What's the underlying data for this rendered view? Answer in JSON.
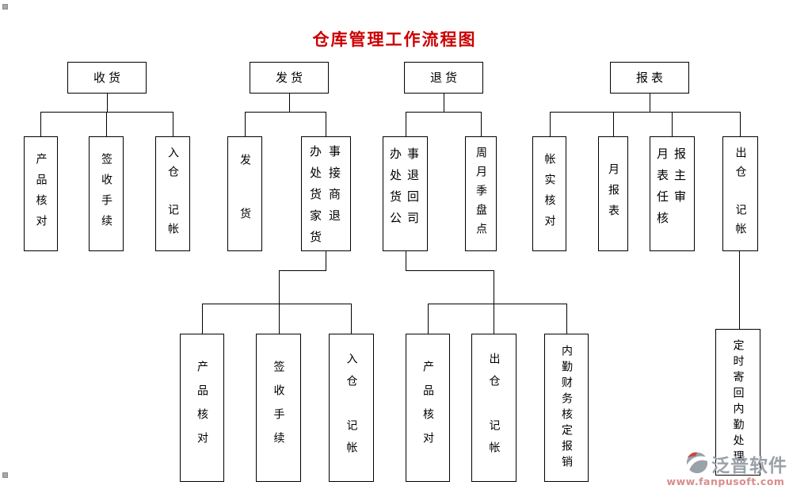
{
  "title": "仓库管理工作流程图",
  "colors": {
    "title": "#cc0000",
    "line": "#000000",
    "box_border": "#000000",
    "watermark_brand": "#9aa1a9",
    "watermark_url": "#d98c8c"
  },
  "tree": {
    "receiving": {
      "label": "收货",
      "children": {
        "product_check": "产品核对",
        "sign_procedure": "签收手续",
        "in_bookkeeping": "入仓　记帐"
      }
    },
    "shipping": {
      "label": "发货",
      "children": {
        "dispatch": "发　货",
        "office_pickup_merchant_return": "办事处接货商家退货"
      },
      "grandchildren": {
        "product_check": "产品核对",
        "sign_procedure": "签收手续",
        "in_bookkeeping": "入仓　记帐"
      }
    },
    "returns": {
      "label": "退货",
      "children": {
        "office_return_to_company": "办事处退货回公司",
        "periodic_stocktake": "周月季盘点"
      },
      "grandchildren": {
        "product_check": "产品核对",
        "out_bookkeeping": "出仓　记帐",
        "finance_reimbursement": "内勤财务核定报销"
      }
    },
    "reports": {
      "label": "报表",
      "children": {
        "account_check": "帐实核对",
        "monthly_report": "月报表",
        "director_review": "月报表主任审核",
        "out_bookkeeping": "出仓　记帐"
      },
      "grandchildren": {
        "scheduled_return_processing": "定时寄回内勤处理"
      }
    }
  },
  "watermark": {
    "brand": "泛普软件",
    "url": "www.fanpusoft.com"
  }
}
